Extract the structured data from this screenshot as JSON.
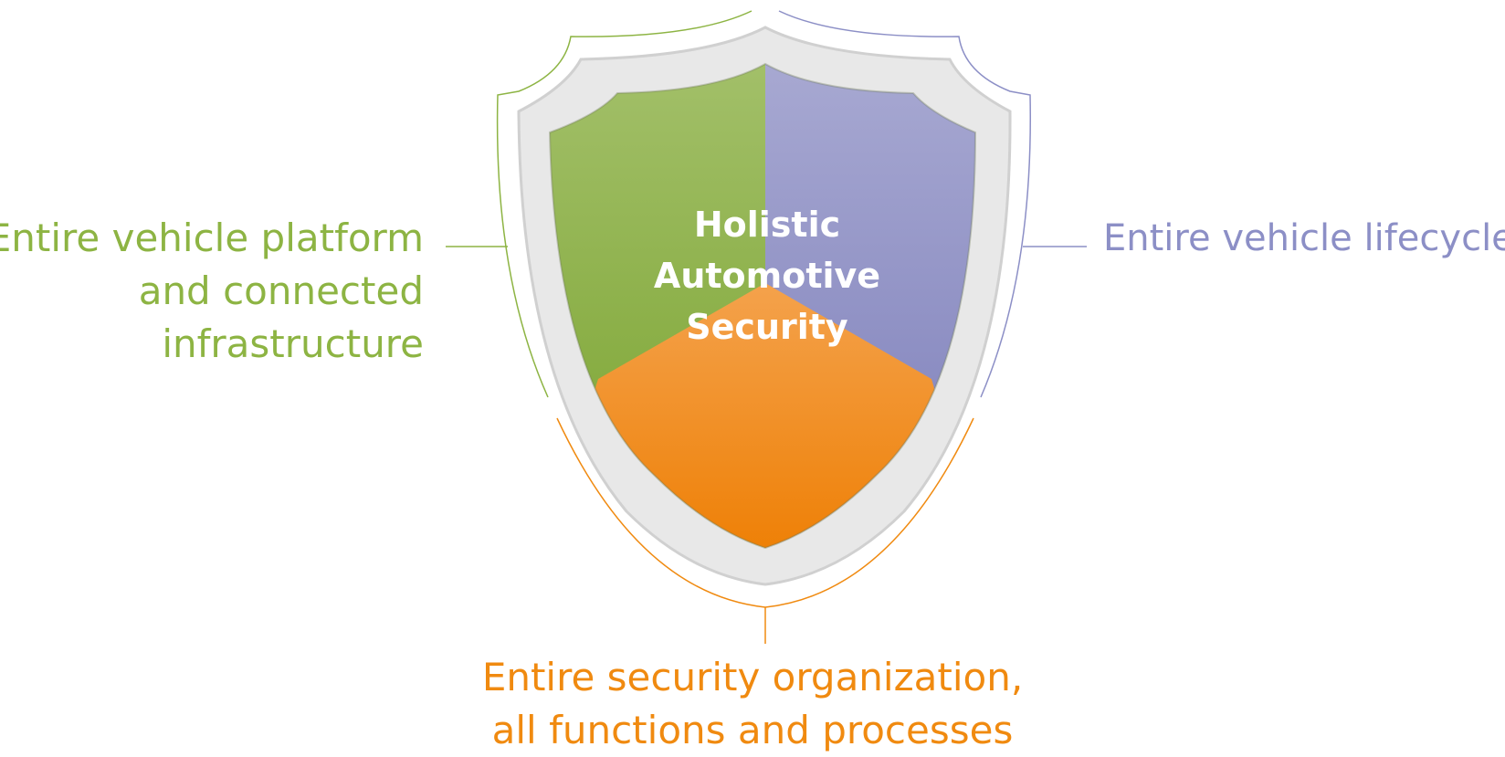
{
  "center_title": [
    "Holistic",
    "Automotive",
    "Security"
  ],
  "left_label": [
    "Entire vehicle platform",
    "and connected",
    "infrastructure"
  ],
  "right_label": [
    "Entire vehicle lifecycle"
  ],
  "bottom_label": [
    "Entire security organization,",
    "all functions and processes"
  ],
  "colors": {
    "green": "#8db443",
    "purple": "#8c8fc6",
    "orange": "#f08a10",
    "rim": "#e6e6e6"
  }
}
